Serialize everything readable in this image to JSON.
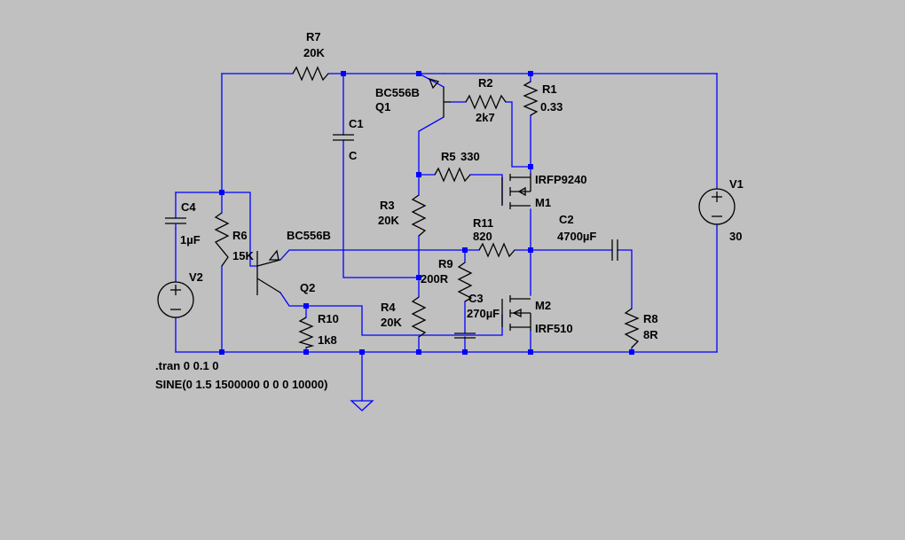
{
  "colors": {
    "background": "#c0c0c0",
    "wire": "#0000ff",
    "component": "#000000",
    "label": "#000000"
  },
  "components": {
    "R7": {
      "ref": "R7",
      "value": "20K"
    },
    "R2": {
      "ref": "R2",
      "value": "2k7"
    },
    "R1": {
      "ref": "R1",
      "value": "0.33"
    },
    "R5": {
      "ref": "R5",
      "value": "330"
    },
    "R3": {
      "ref": "R3",
      "value": "20K"
    },
    "R11": {
      "ref": "R11",
      "value": "820"
    },
    "R9": {
      "ref": "R9",
      "value": "200R"
    },
    "R4": {
      "ref": "R4",
      "value": "20K"
    },
    "R6": {
      "ref": "R6",
      "value": "15K"
    },
    "R10": {
      "ref": "R10",
      "value": "1k8"
    },
    "R8": {
      "ref": "R8",
      "value": "8R"
    },
    "C1": {
      "ref": "C1",
      "value": "C"
    },
    "C2": {
      "ref": "C2",
      "value": "4700µF"
    },
    "C3": {
      "ref": "C3",
      "value": "270µF"
    },
    "C4": {
      "ref": "C4",
      "value": "1µF"
    },
    "Q1": {
      "ref": "Q1",
      "value": "BC556B"
    },
    "Q2": {
      "ref": "Q2",
      "value": "BC556B"
    },
    "M1": {
      "ref": "M1",
      "value": "IRFP9240"
    },
    "M2": {
      "ref": "M2",
      "value": "IRF510"
    },
    "V1": {
      "ref": "V1",
      "value": "30"
    },
    "V2": {
      "ref": "V2",
      "value": "SINE(0 1.5 1500000 0 0 0 10000)"
    }
  },
  "directives": {
    "tran": ".tran 0 0.1 0"
  },
  "icons": {
    "ground": "ground-symbol-icon",
    "source_plus": "plus-sign-icon",
    "source_minus": "minus-sign-icon"
  }
}
